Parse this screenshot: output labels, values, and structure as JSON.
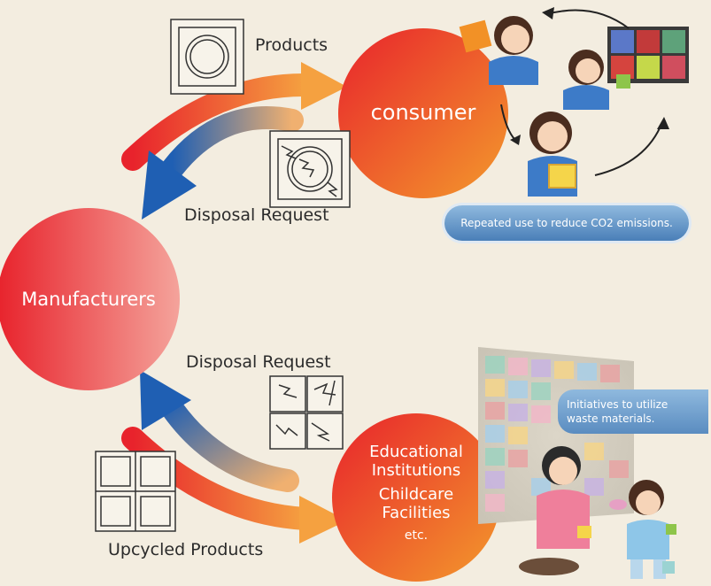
{
  "nodes": {
    "consumer": "consumer",
    "manufacturers": "Manufacturers",
    "institutions_line1": "Educational",
    "institutions_line2": "Institutions",
    "institutions_line3": "Childcare",
    "institutions_line4": "Facilities",
    "institutions_line5": "etc."
  },
  "labels": {
    "products": "Products",
    "disposal_request_top": "Disposal Request",
    "disposal_request_bottom": "Disposal Request",
    "upcycled_products": "Upcycled Products"
  },
  "callouts": {
    "repeated_use": "Repeated use to reduce CO2 emissions.",
    "initiatives_line1": "Initiatives to utilize",
    "initiatives_line2": "waste materials."
  },
  "colors": {
    "background": "#f3ede0",
    "circle_red": "#e8372c",
    "circle_orange": "#f08a2a",
    "arrow_blue": "#1f5fb3",
    "pill_blue": "#4a7fb8"
  }
}
